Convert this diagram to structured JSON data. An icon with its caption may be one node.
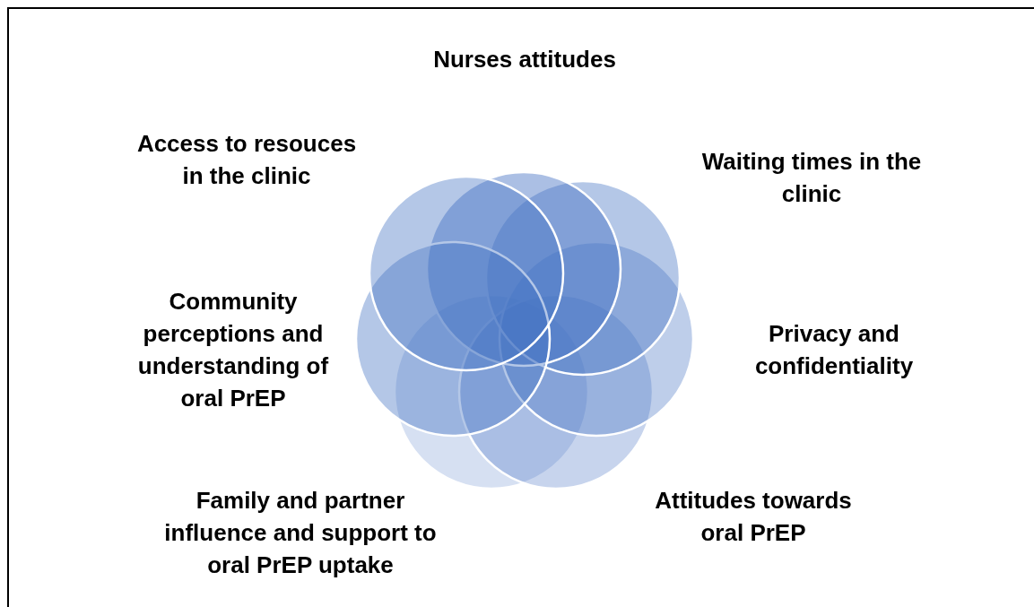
{
  "diagram": {
    "nodes": [
      {
        "text": [
          "Nurses attitudes"
        ]
      },
      {
        "text": [
          "Access to resouces in the clinic"
        ]
      },
      {
        "text": [
          "Waiting times in the clinic"
        ]
      },
      {
        "text": [
          "Community perceptions and understanding of oral PrEP"
        ]
      },
      {
        "text": [
          "Privacy and confidentiality"
        ]
      },
      {
        "text": [
          "Family and partner influence and support to oral PrEP uptake"
        ]
      },
      {
        "text": [
          "Attitudes towards oral PrEP"
        ]
      }
    ]
  }
}
